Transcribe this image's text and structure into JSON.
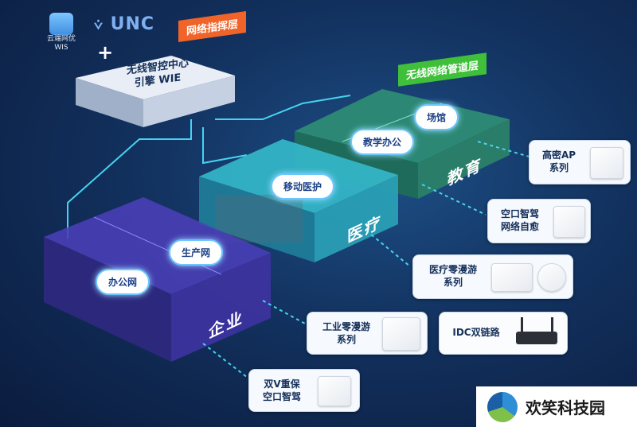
{
  "logos": {
    "wis_caption_line1": "云端网优",
    "wis_caption_line2": "WIS",
    "unc": "UNC",
    "plus": "+"
  },
  "tags": {
    "command_layer": "网络指挥层",
    "pipeline_layer": "无线网络管道层"
  },
  "controller": {
    "line1": "无线智控中心",
    "line2": "引擎 WIE"
  },
  "zones": {
    "enterprise": "企业",
    "medical": "医疗",
    "education": "教育"
  },
  "bubbles": {
    "office": "办公网",
    "production": "生产网",
    "mobile_medical": "移动医护",
    "teaching_office": "教学办公",
    "venue": "场馆"
  },
  "cards": {
    "high_density": {
      "line1": "高密AP",
      "line2": "系列"
    },
    "airport": {
      "line1": "空口智驾",
      "line2": "网络自愈"
    },
    "medical_roaming": {
      "line1": "医疗零漫游",
      "line2": "系列"
    },
    "industrial_roaming": {
      "line1": "工业零漫游",
      "line2": "系列"
    },
    "idc": {
      "line1": "IDC双链路"
    },
    "dual_v": {
      "line1": "双V重保",
      "line2": "空口智驾"
    }
  },
  "watermark": {
    "text": "欢笑科技园"
  },
  "colors": {
    "accent_orange": "#f0642a",
    "accent_green": "#3fbf3a",
    "line_cyan": "#47d3f0",
    "enterprise_purple": "#4a3fb8",
    "medical_cyan": "#36c6d6",
    "education_green": "#2e8f74"
  }
}
